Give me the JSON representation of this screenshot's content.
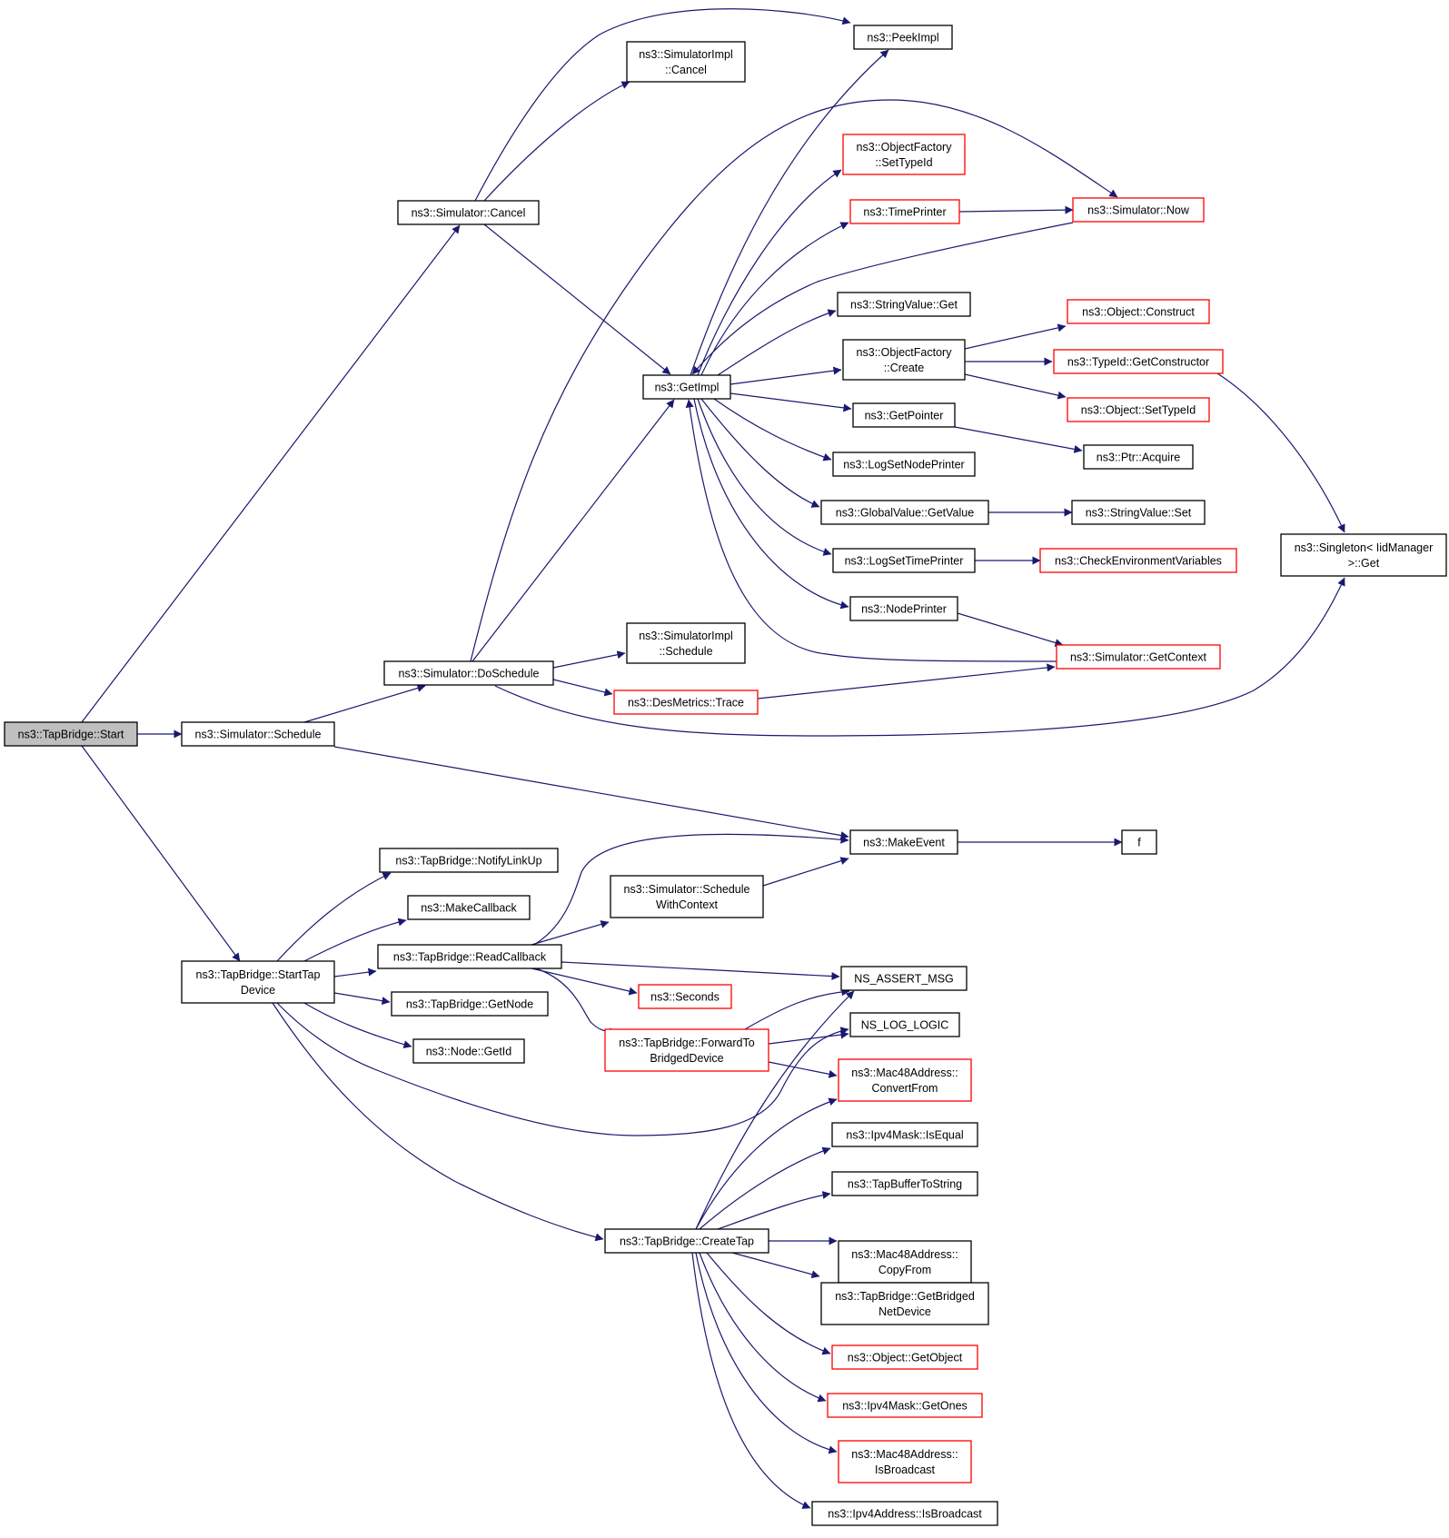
{
  "colors": {
    "edge": "#191970",
    "node_border": "#000000",
    "truncated_border": "#ff0000",
    "focus_fill": "#bfbfbf",
    "node_fill": "#ffffff"
  },
  "nodes": {
    "start": [
      "ns3::TapBridge::Start"
    ],
    "sim_cancel": [
      "ns3::Simulator::Cancel"
    ],
    "sim_schedule": [
      "ns3::Simulator::Schedule"
    ],
    "start_tap_device": [
      "ns3::TapBridge::StartTap",
      "Device"
    ],
    "peek_impl": [
      "ns3::PeekImpl"
    ],
    "simimpl_cancel": [
      "ns3::SimulatorImpl",
      "::Cancel"
    ],
    "get_impl": [
      "ns3::GetImpl"
    ],
    "do_schedule": [
      "ns3::Simulator::DoSchedule"
    ],
    "of_set_type_id": [
      "ns3::ObjectFactory",
      "::SetTypeId"
    ],
    "time_printer": [
      "ns3::TimePrinter"
    ],
    "sim_now": [
      "ns3::Simulator::Now"
    ],
    "string_value_get": [
      "ns3::StringValue::Get"
    ],
    "of_create": [
      "ns3::ObjectFactory",
      "::Create"
    ],
    "obj_construct": [
      "ns3::Object::Construct"
    ],
    "typeid_get_constructor": [
      "ns3::TypeId::GetConstructor"
    ],
    "obj_set_type_id": [
      "ns3::Object::SetTypeId"
    ],
    "get_pointer": [
      "ns3::GetPointer"
    ],
    "ptr_acquire": [
      "ns3::Ptr::Acquire"
    ],
    "log_set_node_printer": [
      "ns3::LogSetNodePrinter"
    ],
    "global_value_get_value": [
      "ns3::GlobalValue::GetValue"
    ],
    "string_value_set": [
      "ns3::StringValue::Set"
    ],
    "singleton_get": [
      "ns3::Singleton< IidManager",
      ">::Get"
    ],
    "log_set_time_printer": [
      "ns3::LogSetTimePrinter"
    ],
    "check_env_vars": [
      "ns3::CheckEnvironmentVariables"
    ],
    "node_printer": [
      "ns3::NodePrinter"
    ],
    "sim_get_context": [
      "ns3::Simulator::GetContext"
    ],
    "simimpl_schedule": [
      "ns3::SimulatorImpl",
      "::Schedule"
    ],
    "des_metrics_trace": [
      "ns3::DesMetrics::Trace"
    ],
    "make_event": [
      "ns3::MakeEvent"
    ],
    "f": [
      "f"
    ],
    "notify_link_up": [
      "ns3::TapBridge::NotifyLinkUp"
    ],
    "make_callback": [
      "ns3::MakeCallback"
    ],
    "sim_schedule_with_context": [
      "ns3::Simulator::Schedule",
      "WithContext"
    ],
    "read_callback": [
      "ns3::TapBridge::ReadCallback"
    ],
    "ns_assert_msg": [
      "NS_ASSERT_MSG"
    ],
    "seconds": [
      "ns3::Seconds"
    ],
    "get_node": [
      "ns3::TapBridge::GetNode"
    ],
    "forward_to_bridged": [
      "ns3::TapBridge::ForwardTo",
      "BridgedDevice"
    ],
    "ns_log_logic": [
      "NS_LOG_LOGIC"
    ],
    "node_get_id": [
      "ns3::Node::GetId"
    ],
    "mac48_convert_from": [
      "ns3::Mac48Address::",
      "ConvertFrom"
    ],
    "ipv4mask_is_equal": [
      "ns3::Ipv4Mask::IsEqual"
    ],
    "tap_buffer_to_string": [
      "ns3::TapBufferToString"
    ],
    "create_tap": [
      "ns3::TapBridge::CreateTap"
    ],
    "mac48_copy_from": [
      "ns3::Mac48Address::",
      "CopyFrom"
    ],
    "get_bridged_net_device": [
      "ns3::TapBridge::GetBridged",
      "NetDevice"
    ],
    "obj_get_object": [
      "ns3::Object::GetObject"
    ],
    "ipv4mask_get_ones": [
      "ns3::Ipv4Mask::GetOnes"
    ],
    "mac48_is_broadcast": [
      "ns3::Mac48Address::",
      "IsBroadcast"
    ],
    "ipv4addr_is_broadcast": [
      "ns3::Ipv4Address::IsBroadcast"
    ]
  }
}
